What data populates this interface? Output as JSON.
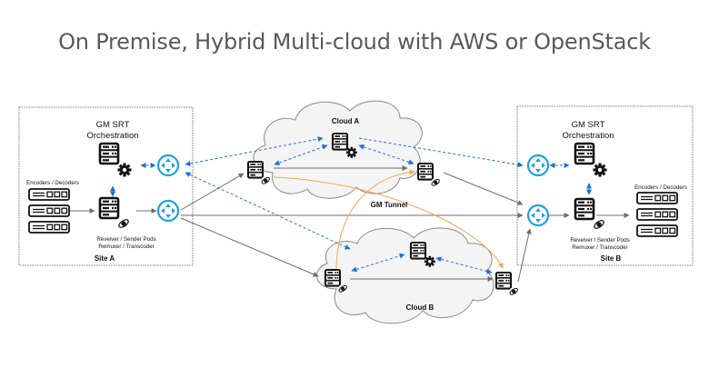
{
  "title": "On Premise, Hybrid Multi-cloud with AWS or OpenStack",
  "colors": {
    "title": "#595959",
    "router": "#1ba1e2",
    "control_link": "#1f6fd6",
    "data_link": "#6d6d6d",
    "tunnel": "#f5a54a",
    "cloud_fill": "#f4f4f4",
    "cloud_stroke": "#8a8a8a"
  },
  "site_a": {
    "label": "Site A",
    "orchestration_label_1": "GM SRT",
    "orchestration_label_2": "Orchestration",
    "encoders_label": "Encoders / Decoders",
    "pods_label_1": "Reveiver / Sender Pods",
    "pods_label_2": "Remuxer / Transcoder"
  },
  "site_b": {
    "label": "Site B",
    "orchestration_label_1": "GM SRT",
    "orchestration_label_2": "Orchestration",
    "encoders_label": "Encoders / Decoders",
    "pods_label_1": "Reveiver / Sender Pods",
    "pods_label_2": "Remuxer / Transcoder"
  },
  "cloud_a": {
    "label": "Cloud A"
  },
  "cloud_b": {
    "label": "Cloud B"
  },
  "tunnel": {
    "label": "GM Tunnel"
  },
  "icons": {
    "server": "server-icon",
    "orchestrator": "server-gear-icon",
    "pod": "server-transcode-icon",
    "router": "router-icon",
    "encoder": "encoder-rack-icon"
  }
}
